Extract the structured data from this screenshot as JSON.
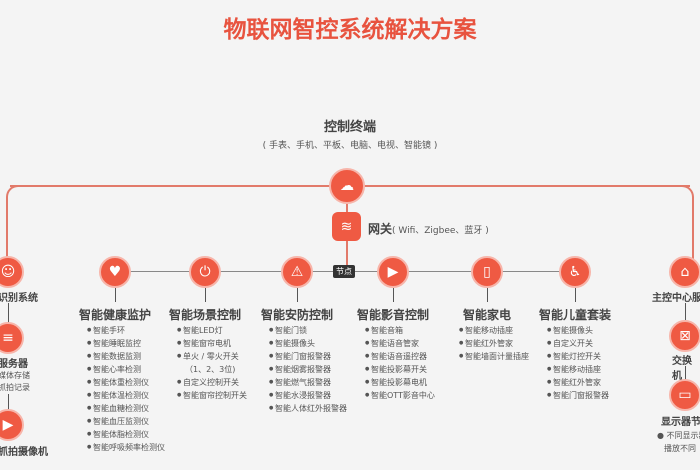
{
  "title": "物联网智控系统解决方案",
  "terminal": {
    "title": "控制终端",
    "subtitle": "( 手表、手机、平板、电脑、电视、智能镜 )"
  },
  "gateway": {
    "label": "网关",
    "detail": "( Wifi、Zigbee、蓝牙 )"
  },
  "node_badge": "节点",
  "accent_color": "#ef5a43",
  "categories": [
    {
      "title": "智能健康监护",
      "icon": "heart-pulse-icon",
      "items": [
        "智能手环",
        "智能睡眠监控",
        "智能数据监测",
        "智能心率检测",
        "智能体重检测仪",
        "智能体温检测仪",
        "智能血糖检测仪",
        "智能血压监测仪",
        "智能体脂检测仪",
        "智能呼吸频率检测仪"
      ]
    },
    {
      "title": "智能场景控制",
      "icon": "power-icon",
      "items": [
        "智能LED灯",
        "智能窗帘电机",
        "单火 / 零火开关",
        "（1、2、3位)",
        "自定义控制开关",
        "智能窗帘控制开关"
      ]
    },
    {
      "title": "智能安防控制",
      "icon": "alarm-icon",
      "items": [
        "智能门锁",
        "智能摄像头",
        "智能门窗报警器",
        "智能烟雾报警器",
        "智能燃气报警器",
        "智能水浸报警器",
        "智能人体红外报警器"
      ]
    },
    {
      "title": "智能影音控制",
      "icon": "play-icon",
      "items": [
        "智能音箱",
        "智能语音管家",
        "智能语音遥控器",
        "智能投影幕开关",
        "智能投影幕电机",
        "智能OTT影音中心"
      ]
    },
    {
      "title": "智能家电",
      "icon": "fridge-icon",
      "items": [
        "智能移动插座",
        "智能红外管家",
        "智能墙面计量插座"
      ]
    },
    {
      "title": "智能儿童套装",
      "icon": "stroller-icon",
      "items": [
        "智能摄像头",
        "自定义开关",
        "智能灯控开关",
        "智能移动插座",
        "智能红外管家",
        "智能门窗报警器"
      ]
    }
  ],
  "left": {
    "recognition": "识别系统",
    "server": "服务器",
    "server_notes": [
      "媒体存储",
      "抓拍记录"
    ],
    "camera": "抓拍摄像机"
  },
  "right": {
    "main_server": "主控中心服务器",
    "switch": "交换机",
    "display": "显示器节点",
    "display_notes": [
      "不同显示器",
      "播放不同"
    ]
  }
}
